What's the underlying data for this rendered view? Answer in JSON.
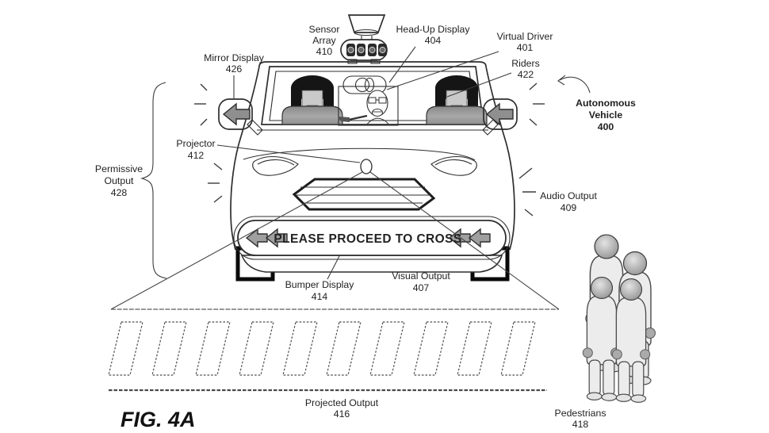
{
  "figure_caption": "FIG. 4A",
  "vehicle": {
    "bumper_message": "PLEASE PROCEED TO CROSS"
  },
  "labels": {
    "sensor_array": {
      "lines": [
        "Sensor",
        "Array"
      ],
      "ref": "410"
    },
    "head_up_display": {
      "lines": [
        "Head-Up Display"
      ],
      "ref": "404"
    },
    "virtual_driver": {
      "lines": [
        "Virtual Driver"
      ],
      "ref": "401"
    },
    "riders": {
      "lines": [
        "Riders"
      ],
      "ref": "422"
    },
    "mirror_display": {
      "lines": [
        "Mirror Display"
      ],
      "ref": "426"
    },
    "autonomous_vehicle": {
      "lines": [
        "Autonomous",
        "Vehicle"
      ],
      "ref": "400"
    },
    "projector": {
      "lines": [
        "Projector"
      ],
      "ref": "412"
    },
    "permissive_output": {
      "lines": [
        "Permissive",
        "Output"
      ],
      "ref": "428"
    },
    "audio_output": {
      "lines": [
        "Audio Output"
      ],
      "ref": "409"
    },
    "bumper_display": {
      "lines": [
        "Bumper Display"
      ],
      "ref": "414"
    },
    "visual_output": {
      "lines": [
        "Visual Output"
      ],
      "ref": "407"
    },
    "projected_output": {
      "lines": [
        "Projected Output"
      ],
      "ref": "416"
    },
    "pedestrians": {
      "lines": [
        "Pedestrians"
      ],
      "ref": "418"
    }
  }
}
